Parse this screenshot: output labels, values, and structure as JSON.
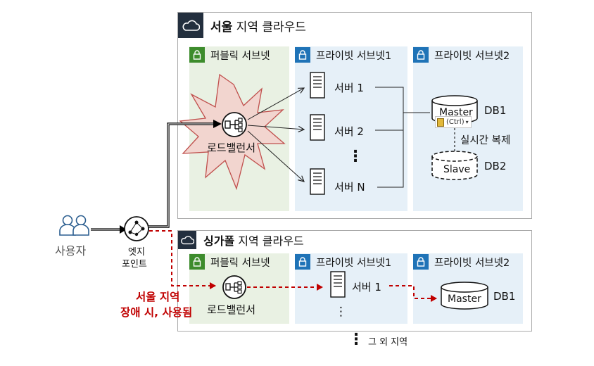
{
  "seoul": {
    "title_bold": "서울",
    "title_rest": " 지역 클라우드",
    "public_subnet": "퍼블릭 서브넷",
    "private_subnet_1": "프라이빗 서브넷1",
    "private_subnet_2": "프라이빗 서브넷2",
    "load_balancer": "로드밸런서",
    "servers": [
      "서버 1",
      "서버 2",
      "서버 N"
    ],
    "vertical_ellipsis": "⋮",
    "db_master": "Master",
    "db_master_name": "DB1",
    "db_slave": "Slave",
    "db_slave_name": "DB2",
    "replication": "실시간 복제",
    "paste_badge": "(Ctrl)"
  },
  "singapore": {
    "title_bold": "싱가폴",
    "title_rest": " 지역 클라우드",
    "public_subnet": "퍼블릭 서브넷",
    "private_subnet_1": "프라이빗 서브넷1",
    "private_subnet_2": "프라이빗 서브넷2",
    "load_balancer": "로드밸런서",
    "server": "서버 1",
    "vertical_ellipsis": "⋮",
    "db_master": "Master",
    "db_master_name": "DB1"
  },
  "user_label": "사용자",
  "edge_label_line1": "엣지",
  "edge_label_line2": "포인트",
  "failover_line1": "서울 지역",
  "failover_line2": "장애 시, 사용됨",
  "other_regions": "그 외 지역",
  "other_ellipsis": "⋮",
  "colors": {
    "accent_red": "#c00000",
    "aws_dark": "#232f3e",
    "public_green": "#3d8c2c",
    "private_blue": "#1f73b7",
    "public_bg": "#e9f1e3",
    "private_bg": "#e6f0f8",
    "burst_fill": "#f2d5cf",
    "burst_stroke": "#c0504d"
  }
}
